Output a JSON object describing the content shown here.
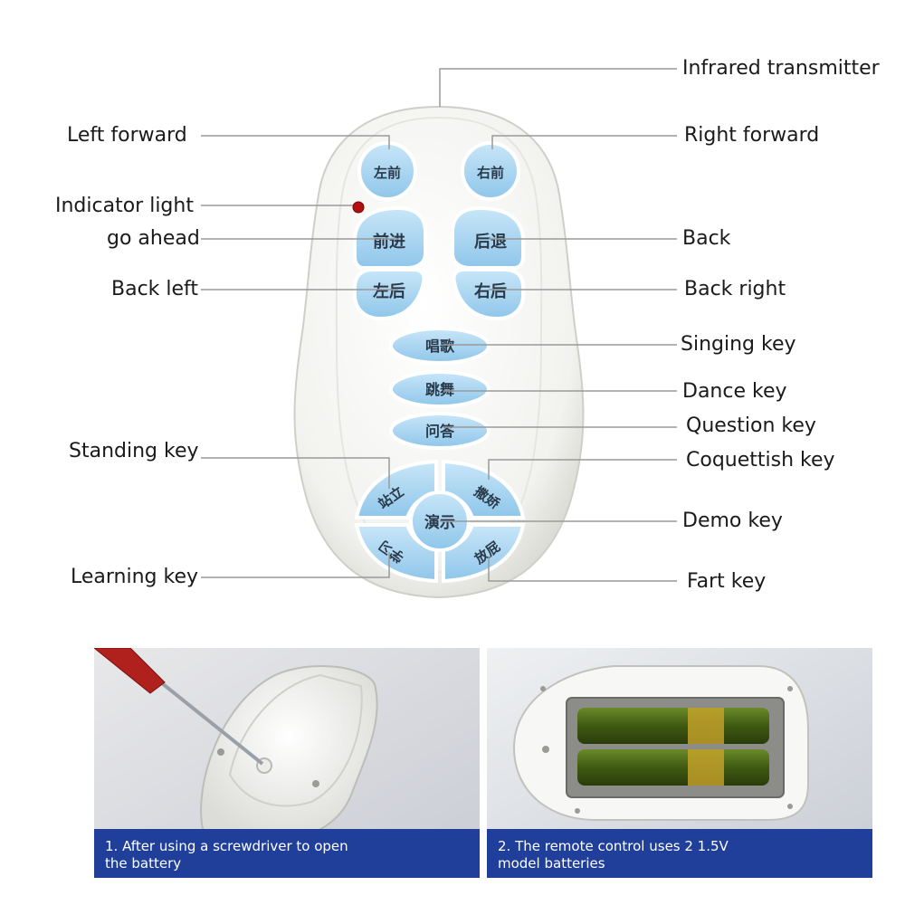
{
  "labels": {
    "infrared_transmitter": "Infrared transmitter",
    "left_forward": "Left forward",
    "right_forward": "Right forward",
    "indicator_light": "Indicator light",
    "go_ahead": "go ahead",
    "back": "Back",
    "back_left": "Back left",
    "back_right": "Back right",
    "singing_key": "Singing key",
    "dance_key": "Dance key",
    "question_key": "Question key",
    "standing_key": "Standing key",
    "coquettish_key": "Coquettish key",
    "demo_key": "Demo key",
    "learning_key": "Learning key",
    "fart_key": "Fart key"
  },
  "keys": {
    "left_forward": "左前",
    "right_forward": "右前",
    "forward": "前进",
    "back": "后退",
    "back_left": "左后",
    "back_right": "右后",
    "sing": "唱歌",
    "dance": "跳舞",
    "question": "问答",
    "stand": "站立",
    "coquettish": "撒娇",
    "demo": "演示",
    "learn": "学习",
    "fart": "放屁"
  },
  "captions": {
    "left_line1": "1. After using a screwdriver to open",
    "left_line2": "the battery",
    "right_line1": "2. The remote control uses 2 1.5V",
    "right_line2": "model batteries"
  },
  "colors": {
    "key_blue": "#a9d4f0",
    "caption_bg": "#1f3f9a",
    "indicator": "#b01010"
  }
}
